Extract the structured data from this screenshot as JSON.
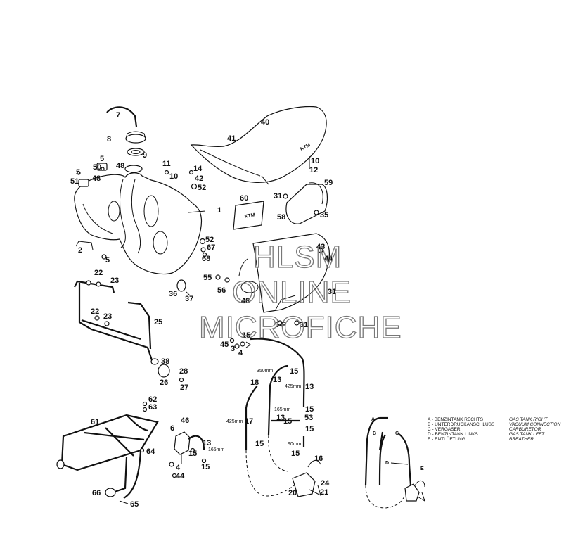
{
  "callouts": {
    "c7": "7",
    "c8": "8",
    "c9": "9",
    "c5a": "5",
    "c50": "50",
    "c48a": "48",
    "c5b": "5",
    "c51": "51",
    "c48b": "48",
    "c11": "11",
    "c10a": "10",
    "c14": "14",
    "c42": "42",
    "c52a": "52",
    "c1": "1",
    "c2": "2",
    "c5c": "5",
    "c52b": "52",
    "c67": "67",
    "c68": "68",
    "c22a": "22",
    "c23a": "23",
    "c22b": "22",
    "c23b": "23",
    "c25": "25",
    "c36": "36",
    "c37": "37",
    "c55": "55",
    "c56": "56",
    "c48c": "48",
    "c38": "38",
    "c26": "26",
    "c28": "28",
    "c27": "27",
    "c40": "40",
    "c41": "41",
    "c10b": "10",
    "c12": "12",
    "c60": "60",
    "c31a": "31",
    "c59": "59",
    "c58": "58",
    "c35": "35",
    "c43": "43",
    "c44": "44",
    "c31b": "31",
    "c54": "54",
    "c31c": "31",
    "c15a": "15",
    "c45": "45",
    "c3": "3",
    "c4a": "4",
    "c15b": "15",
    "c18": "18",
    "c13a": "13",
    "c13b": "13",
    "c17": "17",
    "c13c": "13",
    "c15c": "15",
    "c53": "53",
    "c15d": "15",
    "c15e": "15",
    "c15f": "15",
    "c16": "16",
    "c20": "20",
    "c24": "24",
    "c21": "21",
    "c62": "62",
    "c63": "63",
    "c61": "61",
    "c64": "64",
    "c6": "6",
    "c46": "46",
    "c13d": "13",
    "c15g": "15",
    "c4b": "4",
    "c44b": "44",
    "c15h": "15",
    "c66": "66",
    "c65": "65",
    "hA": "A",
    "hB": "B",
    "hC": "C",
    "hD": "D",
    "hE": "E"
  },
  "dimensions": {
    "d350": "350mm",
    "d425a": "425mm",
    "d425b": "425mm",
    "d165a": "165mm",
    "d90": "90mm",
    "d165b": "165mm"
  },
  "legend": {
    "de": [
      "A - BENZINTANK RECHTS",
      "B - UNTERDRUCKANSCHLUSS",
      "C - VERGASER",
      "D - BENZINTANK LINKS",
      "E - ENTLÜFTUNG"
    ],
    "en": [
      "GAS TANK RIGHT",
      "VACUUM CONNECTION",
      "CARBURETOR",
      "GAS TANK LEFT",
      "BREATHER"
    ]
  },
  "watermark": {
    "line1": "HLSM",
    "line2": "ONLINE",
    "line3": "MICROFICHE"
  },
  "logo_text": "KTM",
  "colors": {
    "ink": "#111111",
    "watermark": "#777777",
    "background": "#ffffff"
  }
}
